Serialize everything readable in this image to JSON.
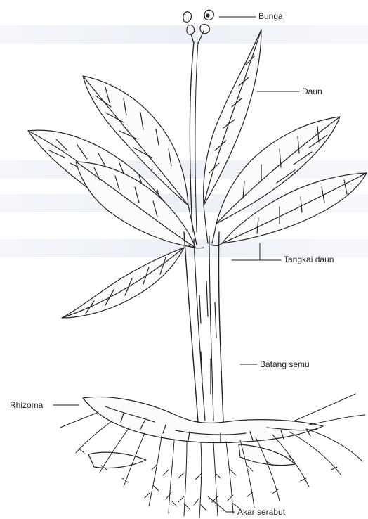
{
  "labels": {
    "bunga": "Bunga",
    "daun": "Daun",
    "tangkai_daun": "Tangkai daun",
    "batang_semu": "Batang semu",
    "rhizoma": "Rhizoma",
    "akar_serabut": "Akar serabut"
  },
  "colors": {
    "ink": "#222222",
    "background": "#ffffff"
  }
}
